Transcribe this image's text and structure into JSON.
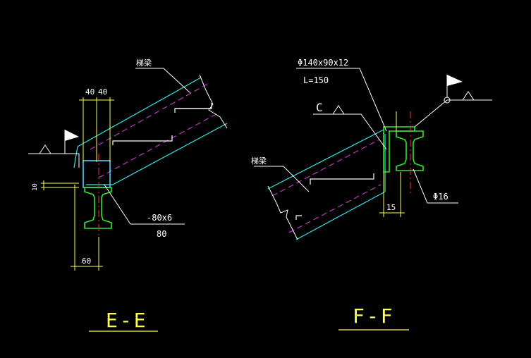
{
  "colors": {
    "background": "#000000",
    "outline_cyan": "#2ee6e6",
    "centerline_magenta": "#e040e0",
    "steel_green": "#33e633",
    "axis_red": "#ff2a2a",
    "dim_yellow": "#ffff4d",
    "leader_white": "#ffffff",
    "plate_blue": "#4fd0ff"
  },
  "section_ee": {
    "title": "E-E",
    "beam_label": "梯梁",
    "dim_top_left": "40",
    "dim_top_right": "40",
    "dim_side": "10",
    "dim_bottom": "60",
    "plate_spec": "-80x6",
    "plate_length": "80"
  },
  "section_ff": {
    "title": "F-F",
    "angle_spec": "Φ140x90x12",
    "angle_length": "L=150",
    "channel_mark": "C",
    "beam_label": "梯梁",
    "dim_gap": "15",
    "bolt_spec": "Φ16"
  },
  "icons": [
    "section-flag-icon",
    "weld-symbol-icon"
  ]
}
